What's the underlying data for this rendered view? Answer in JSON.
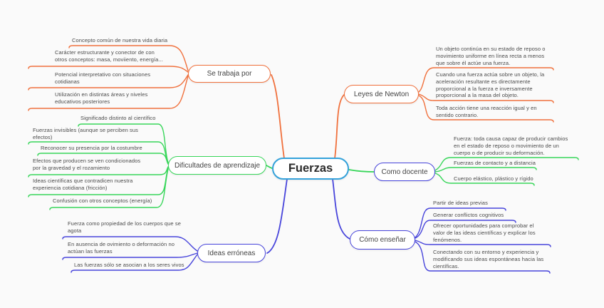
{
  "colors": {
    "orange": "#F0703C",
    "green": "#38D65A",
    "blue": "#4744DB",
    "center": "#35A2DA",
    "text": "#4A4A4A",
    "bg": "#FAFAFA"
  },
  "center": {
    "label": "Fuerzas"
  },
  "branches": [
    {
      "id": "se-trabaja-por",
      "label": "Se trabaja por",
      "color": "orange",
      "leaves": [
        "Concepto común de nuestra vida diaria",
        "Carácter estructurante y conector de con\notros conceptos: masa, moviiento, energía...",
        "Potencial interpretativo con situaciones\ncotidianas",
        "Utilización en distintas áreas y niveles\neducativos posteriores"
      ]
    },
    {
      "id": "leyes-de-newton",
      "label": "Leyes de Newton",
      "color": "orange",
      "leaves": [
        "Un objeto continúa en su estado de reposo o\nmovimiento uniforme en línea recta a menos\nque sobre él actúe una fuerza.",
        "Cuando una fuerza actúa sobre un objeto, la\naceleración resultante es directamente\nproporcional a la fuerza e inversamente\nproporcional a la masa del objeto.",
        "Toda acción tiene una reacción igual y en\nsentido contrario."
      ]
    },
    {
      "id": "dificultades-de-aprendizaje",
      "label": "Dificultades de aprendizaje",
      "color": "green",
      "leaves": [
        "Significado distinto al científico",
        "Fuerzas invisibles (aunque se perciben sus\nefectos)",
        "Reconocer su presencia por la costumbre",
        "Efectos que producen se ven condicionados\npor la gravedad y el rozamiento",
        "Ideas científicas que contradicen nuestra\nexperiencia cotidiana (fricción)",
        "Confusión con otros conceptos (energía)"
      ]
    },
    {
      "id": "como-docente",
      "label": "Como docente",
      "color": "green",
      "node_border": "blue",
      "leaves": [
        "Fuerza: toda causa capaz de producir cambios\nen el estado de reposo o movimiento de un\ncuerpo o de producir su deformación.",
        "Fuerzas de contacto y a distancia",
        "Cuerpo elástico, plástico y rígido"
      ]
    },
    {
      "id": "ideas-erroneas",
      "label": "Ideas erróneas",
      "color": "blue",
      "leaves": [
        "Fuerza como propiedad de los cuerpos que se\nagota",
        "En ausencia de ovimiento o deformación no\nactúan las fuerzas",
        "Las fuerzas sólo se asocian a los seres vivos"
      ]
    },
    {
      "id": "como-ensenar",
      "label": "Cómo enseñar",
      "color": "blue",
      "leaves": [
        "Partir de ideas previas",
        "Generar conflictos cognitivos",
        "Ofrecer oportunidades para comprobar el\nvalor de las ideas científicas y explicar los\nfenómenos.",
        "Conectando con su entorno y experiencia y\nmodificando sus ideas espontáneas hacia las\ncientíficas."
      ]
    }
  ]
}
